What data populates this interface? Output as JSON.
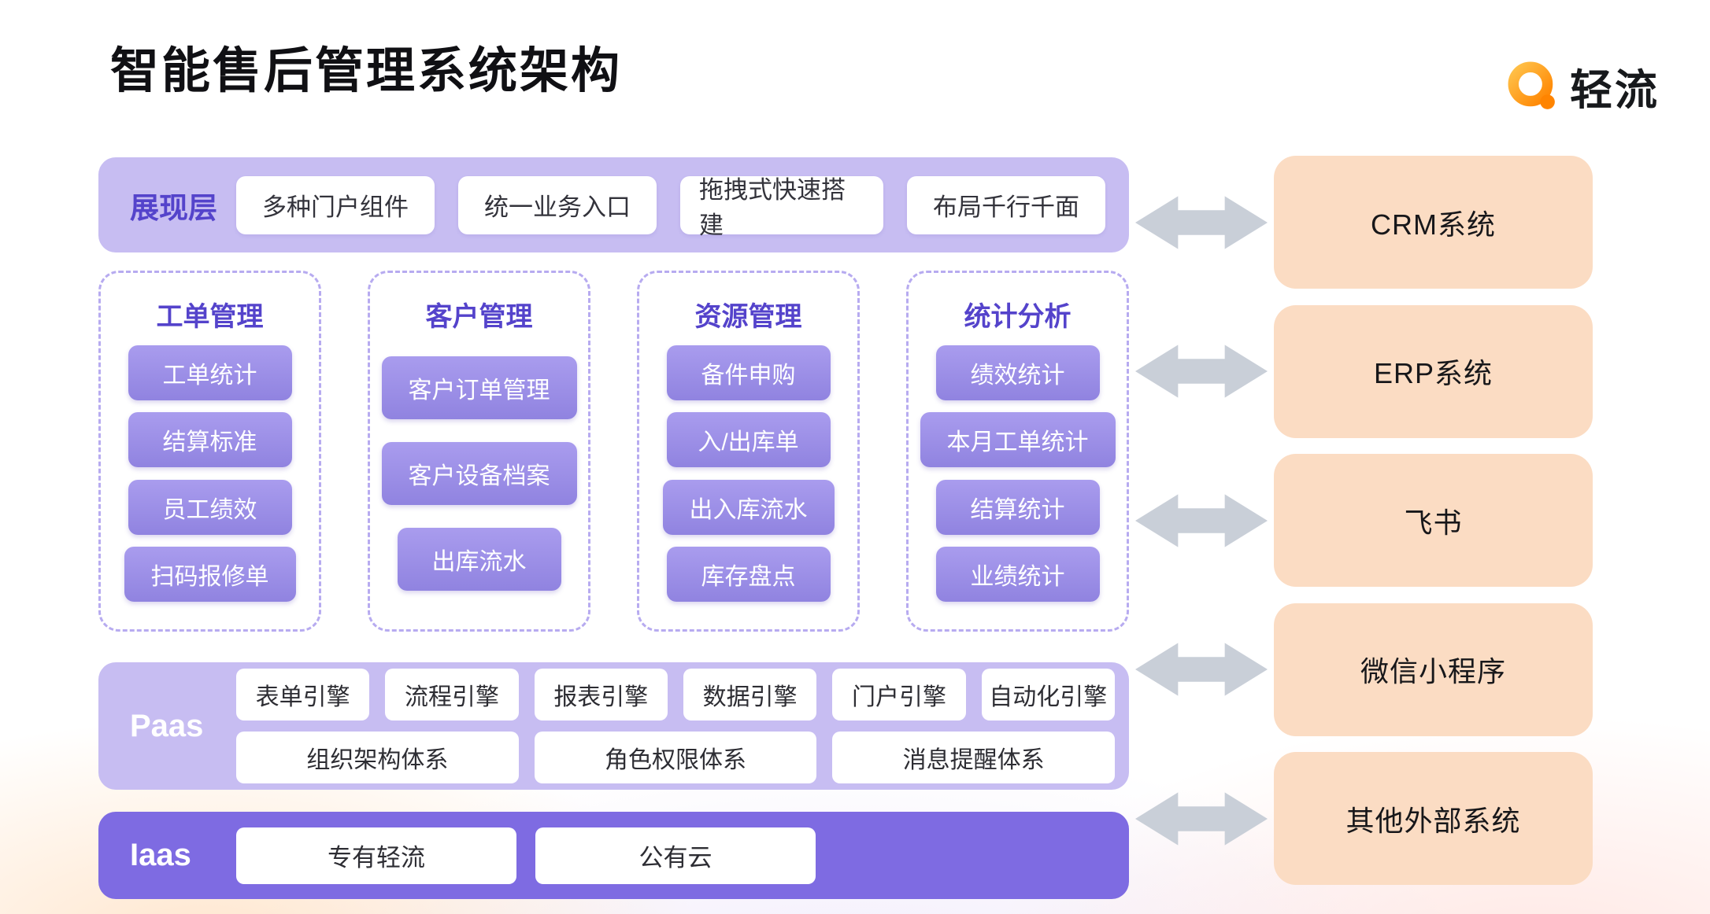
{
  "page": {
    "title": "智能售后管理系统架构"
  },
  "logo": {
    "text": "轻流"
  },
  "presentation_layer": {
    "label": "展现层",
    "items": [
      "多种门户组件",
      "统一业务入口",
      "拖拽式快速搭建",
      "布局千行千面"
    ]
  },
  "modules": [
    {
      "title": "工单管理",
      "items": [
        "工单统计",
        "结算标准",
        "员工绩效",
        "扫码报修单"
      ]
    },
    {
      "title": "客户管理",
      "items": [
        "客户订单管理",
        "客户设备档案",
        "出库流水"
      ]
    },
    {
      "title": "资源管理",
      "items": [
        "备件申购",
        "入/出库单",
        "出入库流水",
        "库存盘点"
      ]
    },
    {
      "title": "统计分析",
      "items": [
        "绩效统计",
        "本月工单统计",
        "结算统计",
        "业绩统计"
      ]
    }
  ],
  "paas_layer": {
    "label": "Paas",
    "engines": [
      "表单引擎",
      "流程引擎",
      "报表引擎",
      "数据引擎",
      "门户引擎",
      "自动化引擎"
    ],
    "systems": [
      "组织架构体系",
      "角色权限体系",
      "消息提醒体系"
    ]
  },
  "iaas_layer": {
    "label": "Iaas",
    "items": [
      "专有轻流",
      "公有云"
    ]
  },
  "external_systems": [
    "CRM系统",
    "ERP系统",
    "飞书",
    "微信小程序",
    "其他外部系统"
  ],
  "colors": {
    "layer_bg_light": "#c7bdf2",
    "layer_bg_dark": "#7e6be2",
    "module_button": "#9b8de6",
    "accent_purple": "#5443cb",
    "external_card": "#fbdcc3",
    "arrow": "#c9cfd8",
    "logo_orange": "#ff8400"
  }
}
